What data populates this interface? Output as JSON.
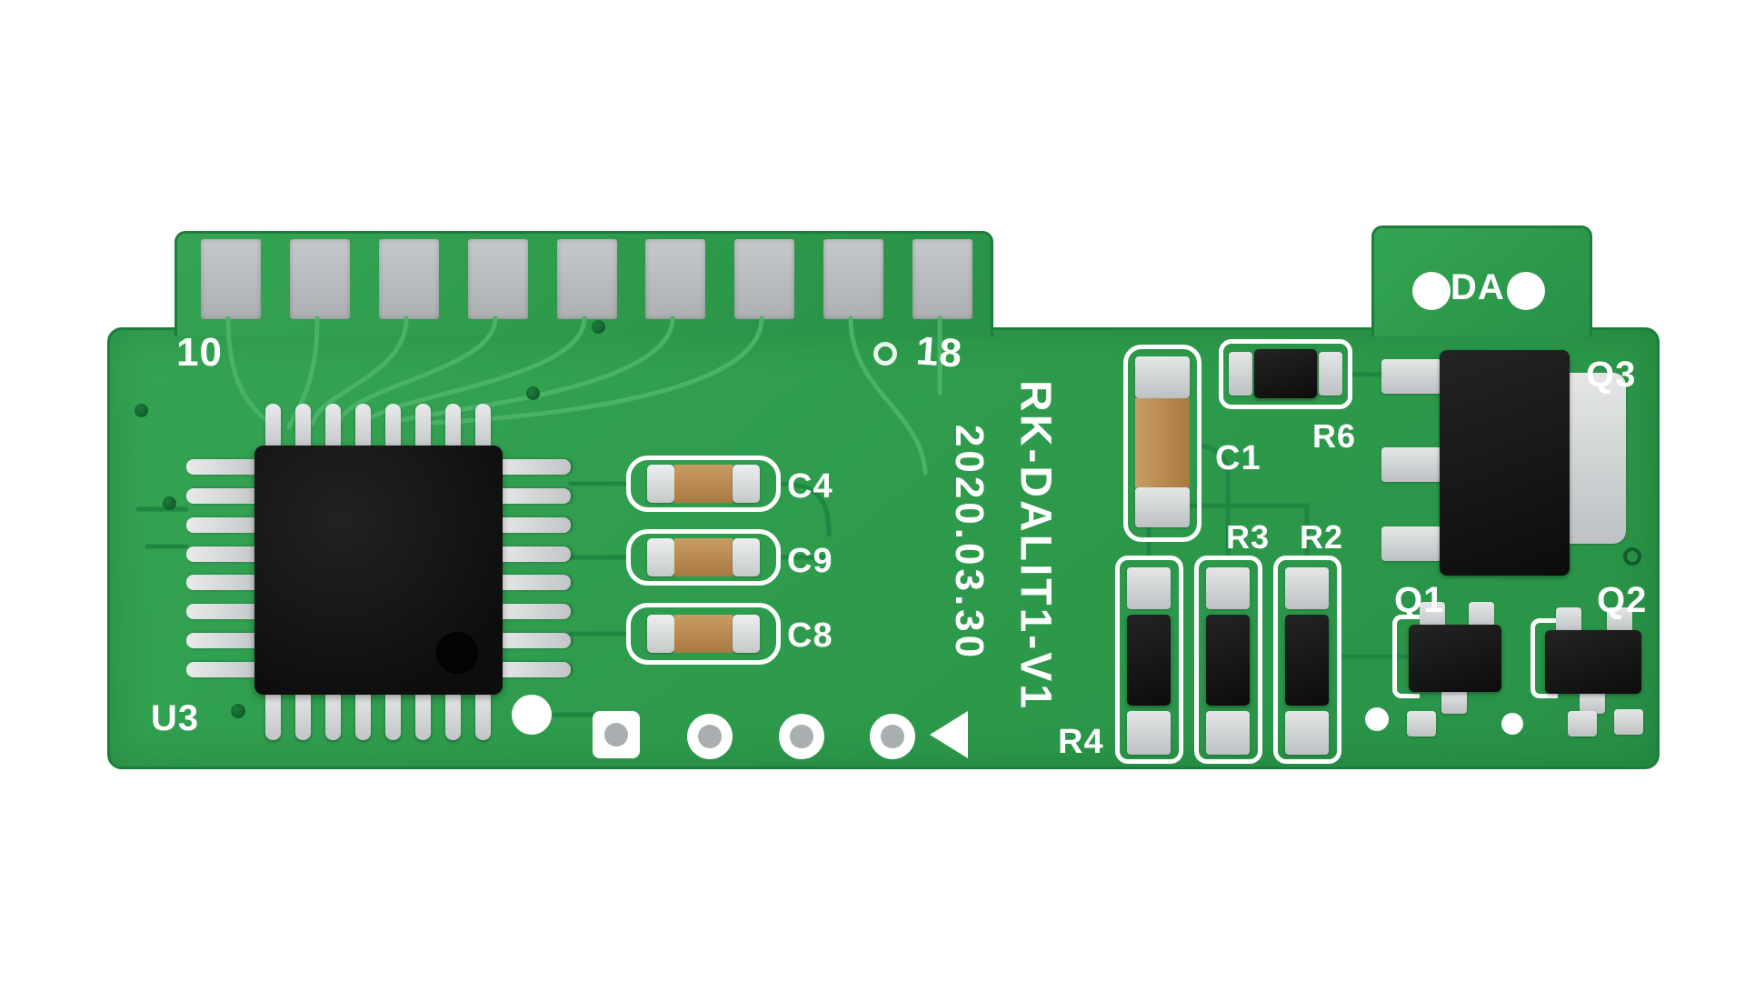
{
  "pcb": {
    "labels": {
      "pin_left": "10",
      "pin_right": "18",
      "u3": "U3",
      "c4": "C4",
      "c9": "C9",
      "c8": "C8",
      "c1": "C1",
      "r6": "R6",
      "r3": "R3",
      "r2": "R2",
      "r4": "R4",
      "q1": "Q1",
      "q2": "Q2",
      "q3": "Q3",
      "da": "DA",
      "board_name": "RK-DALIT1-V1",
      "date": "2020.03.30"
    },
    "colors": {
      "board_green": "#2f9b4d",
      "board_edge": "#1d7e3c",
      "trace_light": "#4ab266",
      "trace_dark": "#1f8742",
      "pad_gray": "#b4b8ba",
      "silver": "#d7d9da",
      "capacitor_tan": "#b98a52",
      "component_black": "#141414",
      "silkscreen_white": "#ffffff"
    }
  }
}
